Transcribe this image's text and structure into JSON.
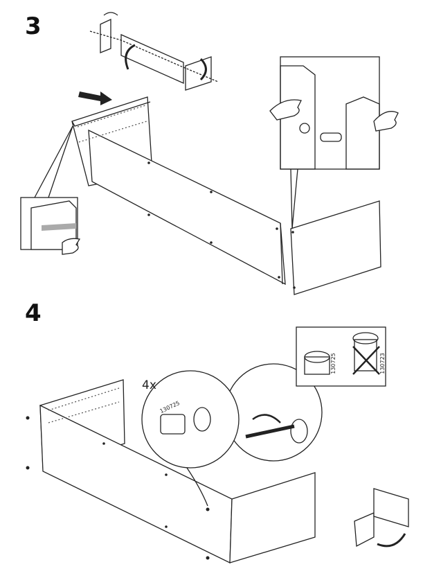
{
  "steps": [
    {
      "number": "3"
    },
    {
      "number": "4",
      "quantity": "4x",
      "part_callout": "130725"
    }
  ],
  "part_inset": {
    "correct_part": "130725",
    "wrong_part": "130723"
  }
}
